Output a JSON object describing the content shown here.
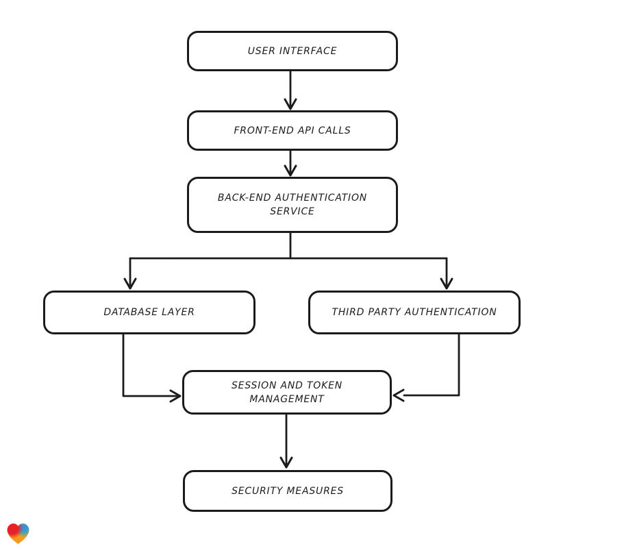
{
  "canvas": {
    "background_color": "#ffffff",
    "stroke_color": "#1b1b1b",
    "node_fill_color": "#ffffff"
  },
  "diagram": {
    "type": "flowchart",
    "style": "hand-drawn",
    "nodes": [
      {
        "id": "user-interface",
        "label": "USER INTERFACE"
      },
      {
        "id": "front-end-api-calls",
        "label": "FRONT-END API CALLS"
      },
      {
        "id": "back-end-auth-service",
        "label": "BACK-END AUTHENTICATION\nSERVICE"
      },
      {
        "id": "database-layer",
        "label": "DATABASE LAYER"
      },
      {
        "id": "third-party-authentication",
        "label": "THIRD PARTY AUTHENTICATION"
      },
      {
        "id": "session-and-token-management",
        "label": "SESSION AND TOKEN\nMANAGEMENT"
      },
      {
        "id": "security-measures",
        "label": "SECURITY MEASURES"
      }
    ],
    "edges": [
      {
        "from": "user-interface",
        "to": "front-end-api-calls"
      },
      {
        "from": "front-end-api-calls",
        "to": "back-end-auth-service"
      },
      {
        "from": "back-end-auth-service",
        "to": "database-layer"
      },
      {
        "from": "back-end-auth-service",
        "to": "third-party-authentication"
      },
      {
        "from": "database-layer",
        "to": "session-and-token-management"
      },
      {
        "from": "third-party-authentication",
        "to": "session-and-token-management"
      },
      {
        "from": "session-and-token-management",
        "to": "security-measures"
      }
    ]
  },
  "logo": {
    "icon": "gradient-heart-icon",
    "colors": {
      "red": "#e62129",
      "blue": "#3b82e6",
      "teal": "#2fa8c8",
      "orange": "#f59b1e"
    }
  }
}
